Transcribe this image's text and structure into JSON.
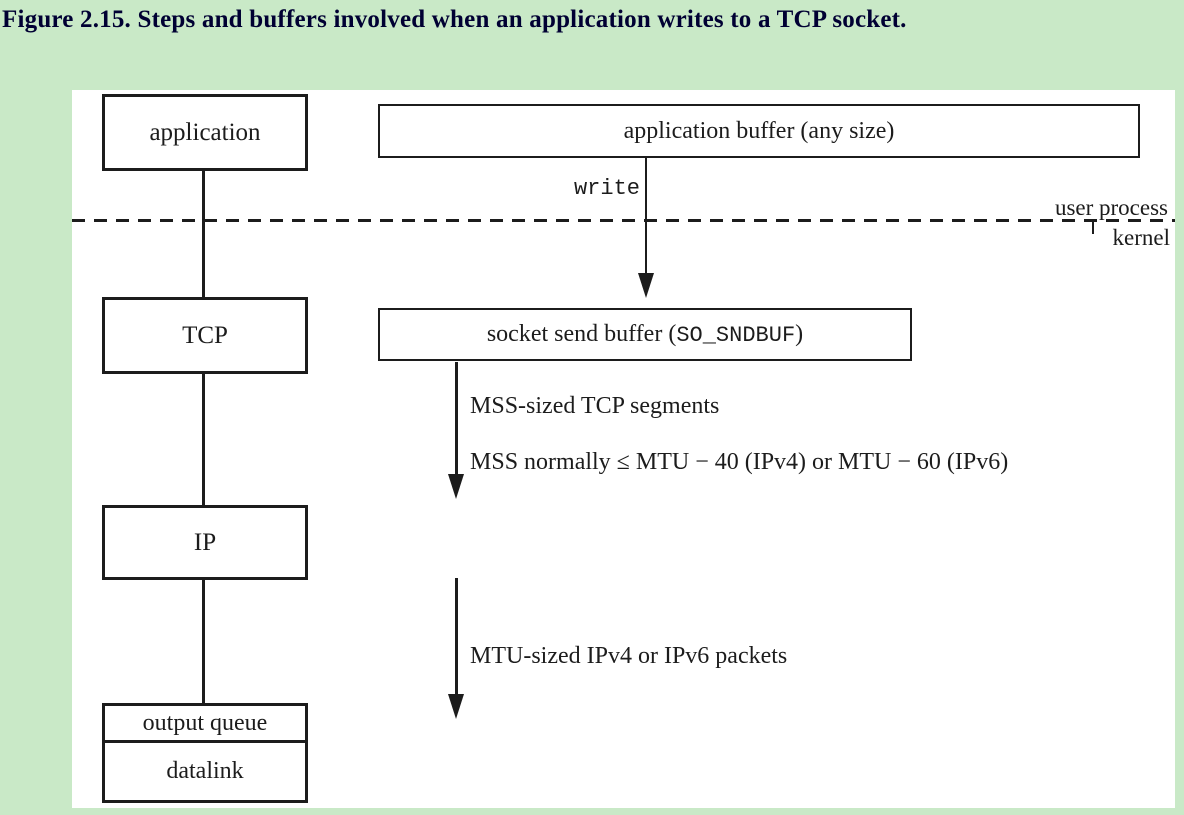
{
  "caption": "Figure 2.15. Steps and buffers involved when an application writes to a TCP socket.",
  "colors": {
    "page_bg": "#c9e9c7",
    "panel_bg": "#ffffff",
    "line": "#1c1c1c",
    "caption_text": "#000033"
  },
  "diagram": {
    "boxes": {
      "application": "application",
      "application_buffer": "application buffer (any size)",
      "tcp": "TCP",
      "socket_buffer": {
        "prefix": "socket send buffer (",
        "code": "SO_SNDBUF",
        "suffix": ")"
      },
      "ip": "IP",
      "output_queue": "output queue",
      "datalink": "datalink"
    },
    "labels": {
      "write": "write",
      "user_process": "user process",
      "kernel": "kernel",
      "mss_line1": "MSS-sized TCP segments",
      "mss_line2": "MSS normally ≤ MTU − 40 (IPv4) or MTU − 60 (IPv6)",
      "mtu_line": "MTU-sized IPv4 or IPv6 packets"
    }
  }
}
